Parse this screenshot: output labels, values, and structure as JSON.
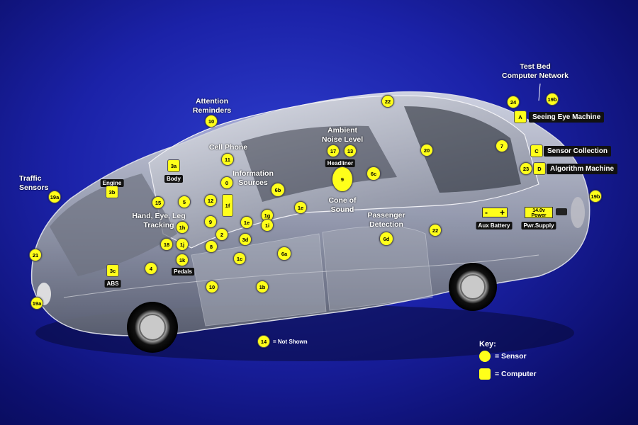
{
  "labels": {
    "test_bed": "Test Bed",
    "computer_network": "Computer Network",
    "attention": "Attention",
    "reminders": "Reminders",
    "cell_phone": "Cell Phone",
    "ambient": "Ambient",
    "noise_level": "Noise Level",
    "information": "Information",
    "sources": "Sources",
    "traffic": "Traffic",
    "sensors": "Sensors",
    "hand_eye_leg": "Hand, Eye, Leg",
    "tracking": "Tracking",
    "cone_of": "Cone of",
    "sound": "Sound",
    "passenger": "Passenger",
    "detection": "Detection"
  },
  "tags": {
    "engine": "Engine",
    "body": "Body",
    "abs": "ABS",
    "pedals": "Pedals",
    "headliner": "Headliner",
    "aux_battery": "Aux Battery",
    "pwr_supply": "Pwr.Supply",
    "seeing_eye": "Seeing Eye Machine",
    "sensor_collection": "Sensor Collection",
    "algorithm_machine": "Algorithm Machine"
  },
  "battery": {
    "minus": "-",
    "plus": "+"
  },
  "power": {
    "line1": "14.0v",
    "line2": "Power"
  },
  "sensors": {
    "s22a": "22",
    "s24": "24",
    "s19b_top": "19b",
    "s10_top": "10",
    "s11": "11",
    "s0": "0",
    "s1f": "1f",
    "s12": "12",
    "s5": "5",
    "s15": "15",
    "s1h": "1h",
    "s9a": "9",
    "s2": "2",
    "s1j": "1j",
    "s18": "18",
    "s8": "8",
    "s1k": "1k",
    "s4": "4",
    "s19a_left": "19a",
    "s21": "21",
    "s19a_bottom": "19a",
    "s10_mid": "10",
    "s1b": "1b",
    "s1c": "1c",
    "s1e_small": "1e",
    "s3d": "3d",
    "s1g": "1g",
    "s1i": "1i",
    "s6b": "6b",
    "s6a": "6a",
    "s1e": "1e",
    "s17": "17",
    "s13": "13",
    "s9": "9",
    "s6c": "6c",
    "s6d": "6d",
    "s22b": "22",
    "s20": "20",
    "s7": "7",
    "s23": "23",
    "s19b_right": "19b",
    "s14": "14"
  },
  "computers": {
    "c3b": "3b",
    "c3a": "3a",
    "c3c": "3c",
    "cA": "A",
    "cC": "C",
    "cD": "D"
  },
  "not_shown": {
    "num": "14",
    "text": "= Not Shown"
  },
  "key": {
    "title": "Key:",
    "sensor": "= Sensor",
    "computer": "= Computer"
  }
}
